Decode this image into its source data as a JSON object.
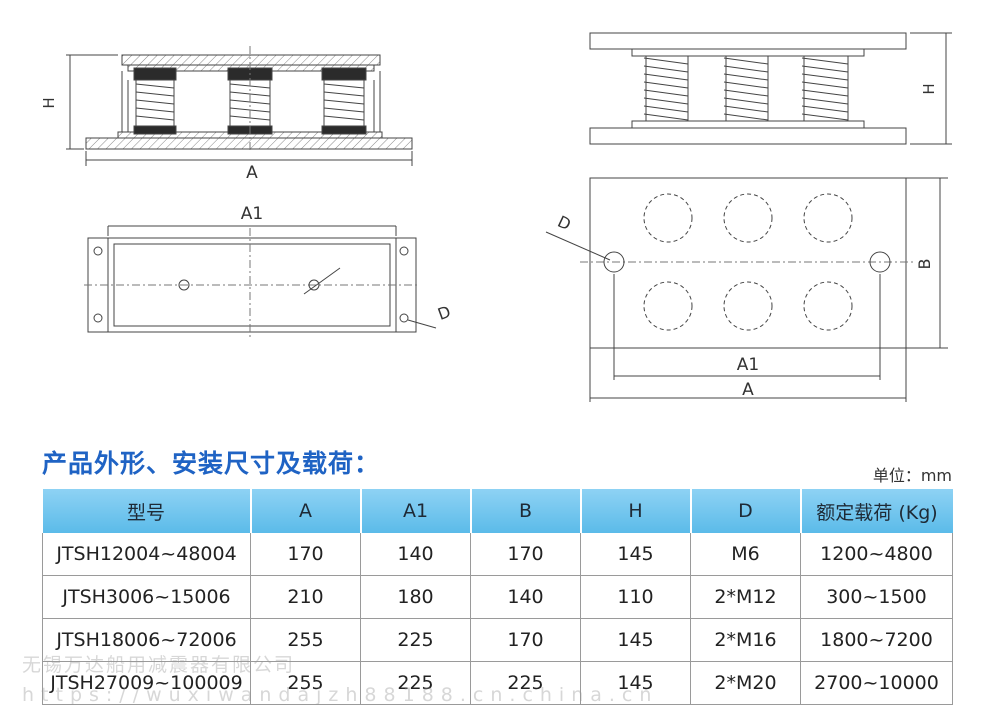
{
  "drawings": {
    "labels": {
      "H": "H",
      "A": "A",
      "A1": "A1",
      "B": "B",
      "D": "D"
    }
  },
  "section": {
    "title": "产品外形、安装尺寸及载荷："
  },
  "unit_note": "单位：mm",
  "table": {
    "headers": [
      "型号",
      "A",
      "A1",
      "B",
      "H",
      "D",
      "额定载荷 (Kg)"
    ],
    "rows": [
      [
        "JTSH12004~48004",
        "170",
        "140",
        "170",
        "145",
        "M6",
        "1200~4800"
      ],
      [
        "JTSH3006~15006",
        "210",
        "180",
        "140",
        "110",
        "2*M12",
        "300~1500"
      ],
      [
        "JTSH18006~72006",
        "255",
        "225",
        "170",
        "145",
        "2*M16",
        "1800~7200"
      ],
      [
        "JTSH27009~100009",
        "255",
        "225",
        "225",
        "145",
        "2*M20",
        "2700~10000"
      ]
    ]
  },
  "watermark": {
    "line1": "无锡万达船用减震器有限公司",
    "line2": "https://wuxiwandajzh88188.cn.china.cn"
  },
  "colors": {
    "title": "#1f63c4",
    "header_bg": "#6cc3ee"
  }
}
